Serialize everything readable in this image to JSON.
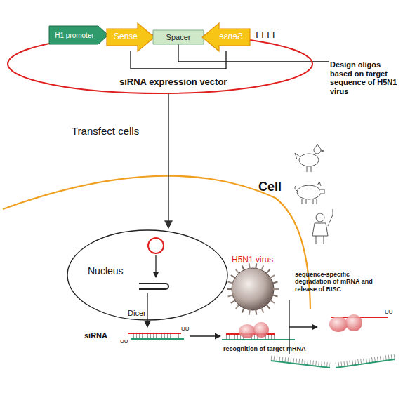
{
  "diagram": {
    "nodes": [
      {
        "text": [
          "siRNA expression vector"
        ]
      },
      {
        "text": [
          "H1 promoter"
        ]
      },
      {
        "text": [
          "Sense"
        ]
      },
      {
        "text": [
          "Spacer"
        ]
      },
      {
        "text": [
          "Sense"
        ]
      },
      {
        "text": [
          "Nucleus"
        ]
      }
    ],
    "edges": [
      {
        "from": 0,
        "to": 5,
        "label": "Transfect cells",
        "arrow": "to"
      }
    ],
    "labels": [
      "TTTT",
      "Design oligos based on target sequence of H5N1 virus",
      "Cell",
      "H5N1 virus",
      "sequence-specific degradation of mRNA and release of RISC",
      "Dicer",
      "siRNA",
      "UU",
      "UU",
      "recognition of target mRNA",
      "UU"
    ]
  }
}
